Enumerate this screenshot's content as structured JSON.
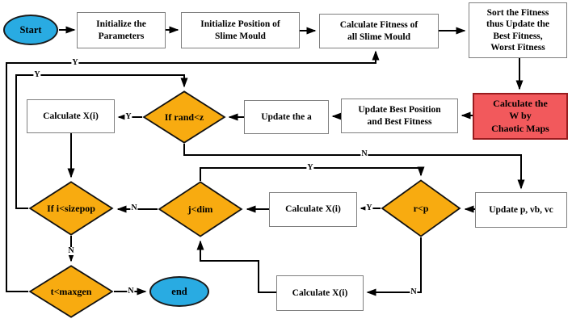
{
  "diagram": {
    "type": "flowchart",
    "nodes": {
      "start": {
        "label": "Start",
        "shape": "ellipse"
      },
      "initialize_parameters": {
        "label": "Initialize the\nParameters",
        "shape": "rect"
      },
      "initialize_position": {
        "label": "Initialize Position of\nSlime Mould",
        "shape": "rect"
      },
      "calculate_fitness": {
        "label": "Calculate Fitness of\nall Slime Mould",
        "shape": "rect"
      },
      "sort_fitness": {
        "label": "Sort the Fitness\nthus Update the\nBest Fitness,\nWorst Fitness",
        "shape": "rect"
      },
      "calculate_w": {
        "label": "Calculate the\nW by\nChaotic Maps",
        "shape": "rect-highlight"
      },
      "update_best": {
        "label": "Update Best Position\nand Best Fitness",
        "shape": "rect"
      },
      "update_a": {
        "label": "Update the a",
        "shape": "rect"
      },
      "if_rand_z": {
        "label": "If rand<z",
        "shape": "diamond"
      },
      "calculate_xi_left": {
        "label": "Calculate X(i)",
        "shape": "rect"
      },
      "if_i_sizepop": {
        "label": "If i<sizepop",
        "shape": "diamond"
      },
      "j_dim": {
        "label": "j<dim",
        "shape": "diamond"
      },
      "calculate_xi_mid": {
        "label": "Calculate X(i)",
        "shape": "rect"
      },
      "r_p": {
        "label": "r<p",
        "shape": "diamond"
      },
      "update_p_vb_vc": {
        "label": "Update p, vb, vc",
        "shape": "rect"
      },
      "t_maxgen": {
        "label": "t<maxgen",
        "shape": "diamond"
      },
      "end": {
        "label": "end",
        "shape": "ellipse"
      },
      "calculate_xi_bottom": {
        "label": "Calculate X(i)",
        "shape": "rect"
      }
    },
    "edges": [
      {
        "from": "start",
        "to": "initialize_parameters"
      },
      {
        "from": "initialize_parameters",
        "to": "initialize_position"
      },
      {
        "from": "initialize_position",
        "to": "calculate_fitness"
      },
      {
        "from": "calculate_fitness",
        "to": "sort_fitness"
      },
      {
        "from": "sort_fitness",
        "to": "calculate_w"
      },
      {
        "from": "calculate_w",
        "to": "update_best"
      },
      {
        "from": "update_best",
        "to": "update_a"
      },
      {
        "from": "update_a",
        "to": "if_rand_z"
      },
      {
        "from": "if_rand_z",
        "to": "calculate_xi_left",
        "label": "Y"
      },
      {
        "from": "if_rand_z",
        "to": "update_p_vb_vc",
        "label": "N"
      },
      {
        "from": "calculate_xi_left",
        "to": "if_i_sizepop"
      },
      {
        "from": "update_p_vb_vc",
        "to": "r_p"
      },
      {
        "from": "r_p",
        "to": "calculate_xi_mid",
        "label": "Y"
      },
      {
        "from": "r_p",
        "to": "calculate_xi_bottom",
        "label": "N"
      },
      {
        "from": "calculate_xi_mid",
        "to": "j_dim"
      },
      {
        "from": "calculate_xi_bottom",
        "to": "j_dim"
      },
      {
        "from": "j_dim",
        "to": "r_p",
        "label": "Y"
      },
      {
        "from": "j_dim",
        "to": "if_i_sizepop",
        "label": "N"
      },
      {
        "from": "if_i_sizepop",
        "to": "if_rand_z",
        "label": "Y"
      },
      {
        "from": "if_i_sizepop",
        "to": "t_maxgen",
        "label": "N"
      },
      {
        "from": "t_maxgen",
        "to": "calculate_fitness",
        "label": "Y"
      },
      {
        "from": "t_maxgen",
        "to": "end",
        "label": "N"
      }
    ],
    "colors": {
      "terminal_fill": "#29ABE2",
      "decision_fill": "#F8AB10",
      "highlight_fill": "#F2595C",
      "highlight_border": "#991B1E",
      "process_fill": "#FFFFFF",
      "process_border": "#7F7F7F",
      "line": "#000000"
    }
  }
}
